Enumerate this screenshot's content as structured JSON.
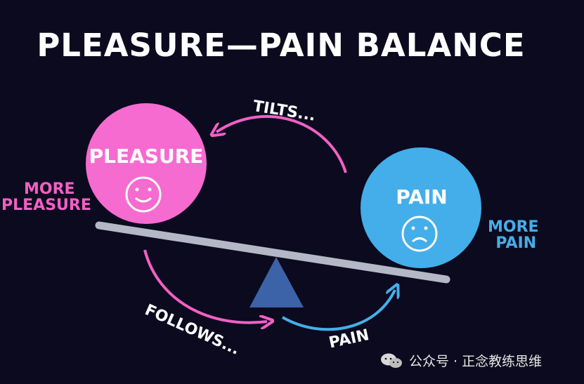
{
  "title": "PLEASURE—PAIN BALANCE",
  "pleasure": {
    "label": "PLEASURE",
    "side_label_line1": "MORE",
    "side_label_line2": "PLEASURE",
    "color": "#f66bd0",
    "icon": "smile-icon"
  },
  "pain": {
    "label": "PAIN",
    "side_label_line1": "MORE",
    "side_label_line2": "PAIN",
    "color": "#43aee9",
    "icon": "frown-icon"
  },
  "arrows": {
    "top": "TILTS...",
    "bottom_left": "FOLLOWS...",
    "bottom_right": "PAIN"
  },
  "colors": {
    "background": "#0c0a1e",
    "fulcrum": "#3c62a8",
    "beam": "#b4b8c6"
  },
  "watermark": {
    "text": "公众号 · 正念教练思维",
    "icon": "wechat-icon"
  }
}
